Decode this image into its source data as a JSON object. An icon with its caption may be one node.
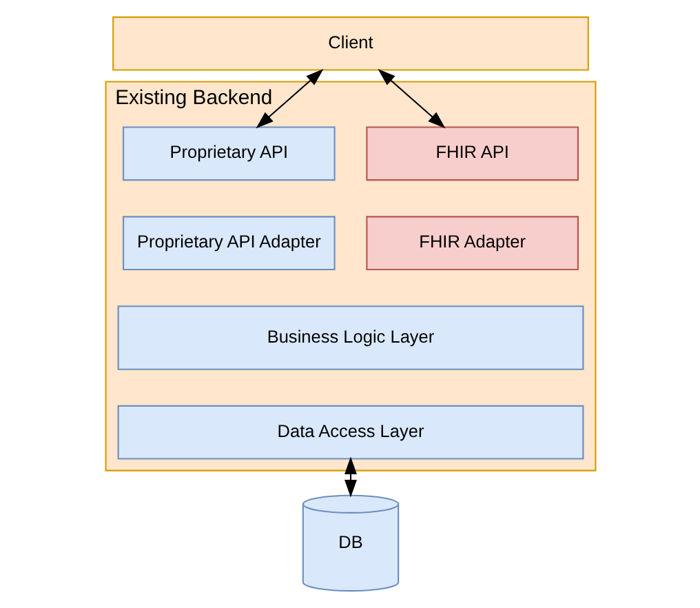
{
  "diagram": {
    "nodes": [
      {
        "text": [
          "Client"
        ]
      },
      {
        "text": [
          "Existing Backend"
        ]
      },
      {
        "text": [
          "FHIR API"
        ],
        "in": 1
      },
      {
        "text": [
          "FHIR Adapter"
        ],
        "in": 1
      },
      {
        "text": [
          "Proprietary API"
        ],
        "in": 1
      },
      {
        "text": [
          "Proprietary API Adapter"
        ],
        "in": 1
      },
      {
        "text": [
          "Business Logic Layer"
        ],
        "in": 1
      },
      {
        "text": [
          "Data Access Layer"
        ],
        "in": 1
      },
      {
        "text": [
          "DB"
        ]
      }
    ],
    "edges": [
      {
        "from": 0,
        "to": 2,
        "arrow": "both"
      },
      {
        "from": 0,
        "to": 4,
        "arrow": "both"
      },
      {
        "from": 7,
        "to": 8,
        "arrow": "both"
      }
    ]
  }
}
